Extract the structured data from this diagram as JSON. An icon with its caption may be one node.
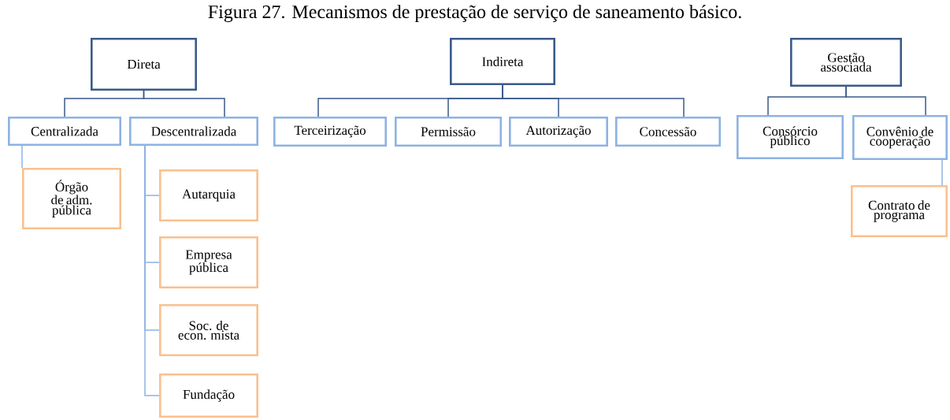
{
  "diagram": {
    "title": "Figura 27. Mecanismos de prestação de serviço de saneamento básico.",
    "nodes": [
      {
        "text": [
          "Direta"
        ]
      },
      {
        "text": [
          "Centralizada"
        ]
      },
      {
        "text": [
          "Descentralizada"
        ]
      },
      {
        "text": [
          "Órgão de adm. pública"
        ]
      },
      {
        "text": [
          "Autarquia"
        ]
      },
      {
        "text": [
          "Empresa pública"
        ]
      },
      {
        "text": [
          "Soc. de econ. mista"
        ]
      },
      {
        "text": [
          "Fundação"
        ]
      },
      {
        "text": [
          "Indireta"
        ]
      },
      {
        "text": [
          "Terceirização"
        ]
      },
      {
        "text": [
          "Permissão"
        ]
      },
      {
        "text": [
          "Autorização"
        ]
      },
      {
        "text": [
          "Concessão"
        ]
      },
      {
        "text": [
          "Gestão associada"
        ]
      },
      {
        "text": [
          "Consórcio público"
        ]
      },
      {
        "text": [
          "Convênio de cooperação"
        ]
      },
      {
        "text": [
          "Contrato de programa"
        ]
      }
    ],
    "edges": [
      {
        "from": 0,
        "to": 1,
        "arrow": "none"
      },
      {
        "from": 0,
        "to": 2,
        "arrow": "none"
      },
      {
        "from": 1,
        "to": 3,
        "arrow": "none",
        "color": "#8db3e2"
      },
      {
        "from": 2,
        "to": 4,
        "arrow": "none",
        "color": "#8db3e2"
      },
      {
        "from": 2,
        "to": 5,
        "arrow": "none",
        "color": "#8db3e2"
      },
      {
        "from": 2,
        "to": 6,
        "arrow": "none",
        "color": "#8db3e2"
      },
      {
        "from": 2,
        "to": 7,
        "arrow": "none",
        "color": "#8db3e2"
      },
      {
        "from": 8,
        "to": 9,
        "arrow": "none"
      },
      {
        "from": 8,
        "to": 10,
        "arrow": "none"
      },
      {
        "from": 8,
        "to": 11,
        "arrow": "none"
      },
      {
        "from": 8,
        "to": 12,
        "arrow": "none"
      },
      {
        "from": 13,
        "to": 14,
        "arrow": "none"
      },
      {
        "from": 13,
        "to": 15,
        "arrow": "none"
      },
      {
        "from": 15,
        "to": 16,
        "arrow": "none",
        "color": "#8db3e2"
      }
    ]
  }
}
